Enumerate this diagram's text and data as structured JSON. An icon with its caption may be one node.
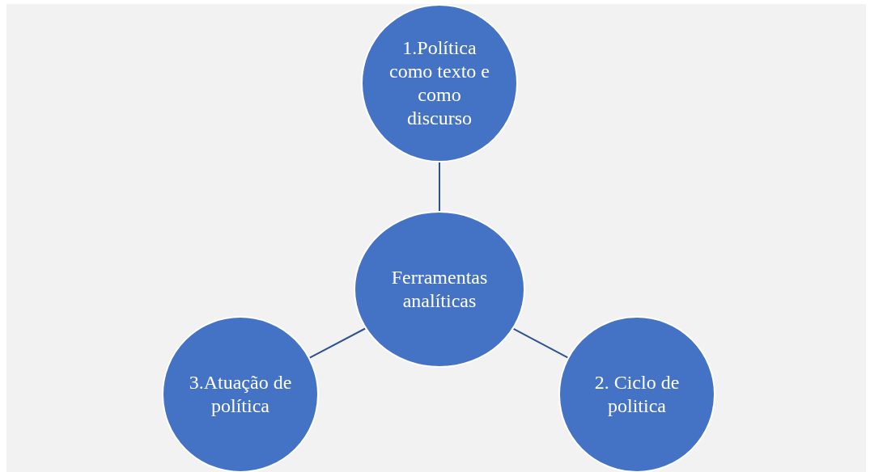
{
  "diagram": {
    "nodes": [
      {
        "text": [
          "1.Política como texto e como discurso"
        ]
      },
      {
        "text": [
          "Ferramentas analíticas"
        ]
      },
      {
        "text": [
          "3.Atuação de política"
        ]
      },
      {
        "text": [
          "2. Ciclo de politica"
        ]
      }
    ],
    "edges": [
      {
        "from": 1,
        "to": 0,
        "arrow": "none"
      },
      {
        "from": 1,
        "to": 2,
        "arrow": "none"
      },
      {
        "from": 1,
        "to": 3,
        "arrow": "none"
      }
    ]
  }
}
